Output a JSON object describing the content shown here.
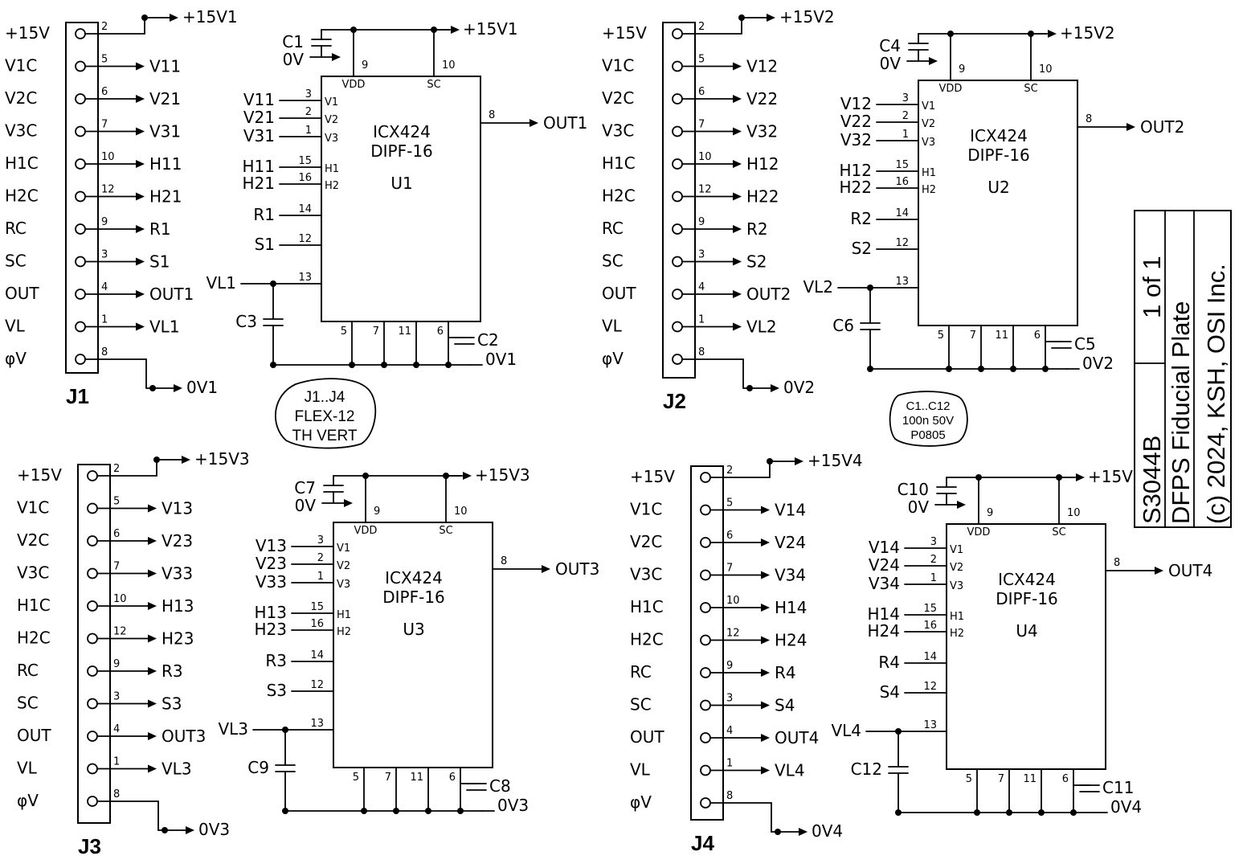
{
  "connector_left_labels": [
    "+15V",
    "V1C",
    "V2C",
    "V3C",
    "H1C",
    "H2C",
    "RC",
    "SC",
    "OUT",
    "VL",
    "φV"
  ],
  "connector_pins": [
    "2",
    "5",
    "6",
    "7",
    "10",
    "12",
    "9",
    "3",
    "4",
    "1",
    "8"
  ],
  "ic": {
    "part": "ICX424",
    "package": "DIPF-16",
    "pin_vdd": "VDD",
    "pin_sc": "SC",
    "left_pin_names": [
      "V1",
      "V2",
      "V3",
      "H1",
      "H2"
    ],
    "top_pins": [
      "9",
      "10"
    ],
    "left_pins": [
      "3",
      "2",
      "1",
      "15",
      "16",
      "14",
      "12",
      "13"
    ],
    "out_pin": "8",
    "bottom_pins": [
      "5",
      "7",
      "11",
      "6"
    ]
  },
  "blocks": [
    {
      "connector": "J1",
      "ic_ref": "U1",
      "connector_power": "+15V1",
      "ic_power": "+15V1",
      "cap_supply": "C1",
      "cap_supply_gnd": "0V",
      "cap_vl": "C3",
      "cap_sub": "C2",
      "nets": [
        "V11",
        "V21",
        "V31",
        "H11",
        "H21",
        "R1",
        "S1",
        "OUT1",
        "VL1"
      ],
      "ground": "0V1",
      "output": "OUT1"
    },
    {
      "connector": "J2",
      "ic_ref": "U2",
      "connector_power": "+15V2",
      "ic_power": "+15V2",
      "cap_supply": "C4",
      "cap_supply_gnd": "0V",
      "cap_vl": "C6",
      "cap_sub": "C5",
      "nets": [
        "V12",
        "V22",
        "V32",
        "H12",
        "H22",
        "R2",
        "S2",
        "OUT2",
        "VL2"
      ],
      "ground": "0V2",
      "output": "OUT2"
    },
    {
      "connector": "J3",
      "ic_ref": "U3",
      "connector_power": "+15V3",
      "ic_power": "+15V3",
      "cap_supply": "C7",
      "cap_supply_gnd": "0V",
      "cap_vl": "C9",
      "cap_sub": "C8",
      "nets": [
        "V13",
        "V23",
        "V33",
        "H13",
        "H23",
        "R3",
        "S3",
        "OUT3",
        "VL3"
      ],
      "ground": "0V3",
      "output": "OUT3"
    },
    {
      "connector": "J4",
      "ic_ref": "U4",
      "connector_power": "+15V4",
      "ic_power": "+15V",
      "cap_supply": "C10",
      "cap_supply_gnd": "0V",
      "cap_vl": "C12",
      "cap_sub": "C11",
      "nets": [
        "V14",
        "V24",
        "V34",
        "H14",
        "H24",
        "R4",
        "S4",
        "OUT4",
        "VL4"
      ],
      "ground": "0V4",
      "output": "OUT4"
    }
  ],
  "notes": {
    "connector_note": [
      "J1..J4",
      "FLEX-12",
      "TH VERT"
    ],
    "cap_note": [
      "C1..C12",
      "100n 50V",
      "P0805"
    ]
  },
  "title_block": {
    "doc_number": "S3044B",
    "sheet": "1 of 1",
    "title": "DFPS Fiducial Plate",
    "copyright": "(c) 2024, KSH, OSI Inc."
  }
}
